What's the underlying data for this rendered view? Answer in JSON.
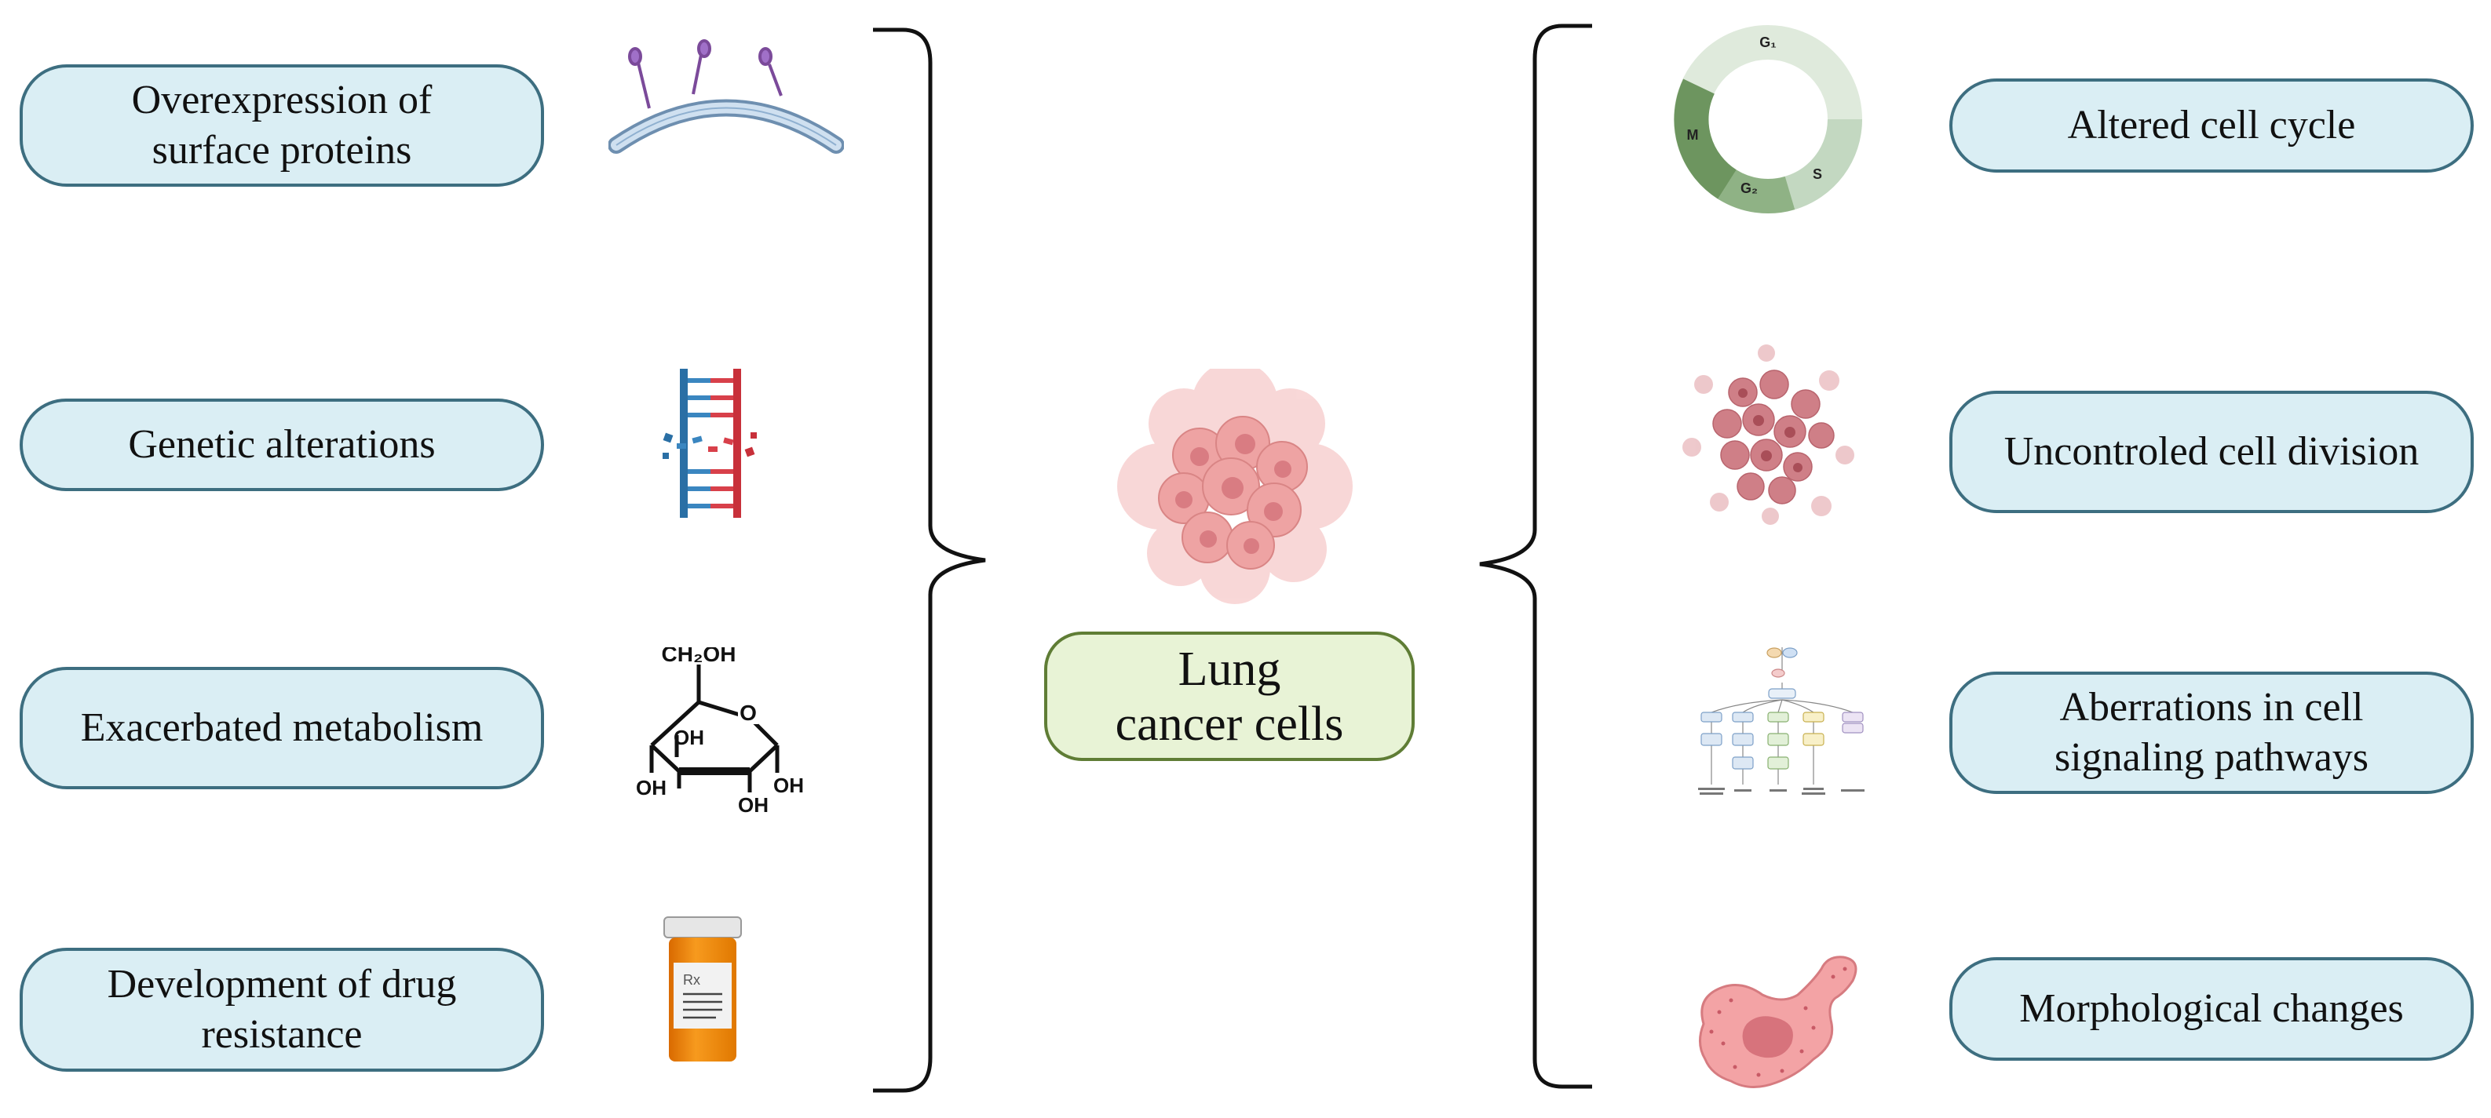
{
  "center": {
    "line1": "Lung",
    "line2": "cancer cells"
  },
  "left_items": [
    {
      "line1": "Overexpression of",
      "line2": "surface proteins",
      "icon": "membrane-protein-icon"
    },
    {
      "line1": "Genetic alterations",
      "line2": "",
      "icon": "dna-icon"
    },
    {
      "line1": "Exacerbated metabolism",
      "line2": "",
      "icon": "glucose-molecule-icon"
    },
    {
      "line1": "Development of drug",
      "line2": "resistance",
      "icon": "pill-bottle-icon"
    }
  ],
  "right_items": [
    {
      "line1": "Altered cell cycle",
      "line2": "",
      "icon": "cell-cycle-icon"
    },
    {
      "line1": "Uncontroled cell division",
      "line2": "",
      "icon": "cell-cluster-icon"
    },
    {
      "line1": "Aberrations in cell",
      "line2": "signaling pathways",
      "icon": "signaling-pathway-icon"
    },
    {
      "line1": "Morphological changes",
      "line2": "",
      "icon": "deformed-cell-icon"
    }
  ],
  "glucose": {
    "ch2oh": "CH₂OH",
    "o": "O",
    "oh": "OH"
  },
  "cell_cycle": {
    "g1": "G₁",
    "s": "S",
    "g2": "G₂",
    "m": "M"
  },
  "prescription": "Rx",
  "colors": {
    "box_fill": "#daeef4",
    "box_border": "#3d6e80",
    "center_fill": "#e8f3d6",
    "center_border": "#5f7d35"
  }
}
